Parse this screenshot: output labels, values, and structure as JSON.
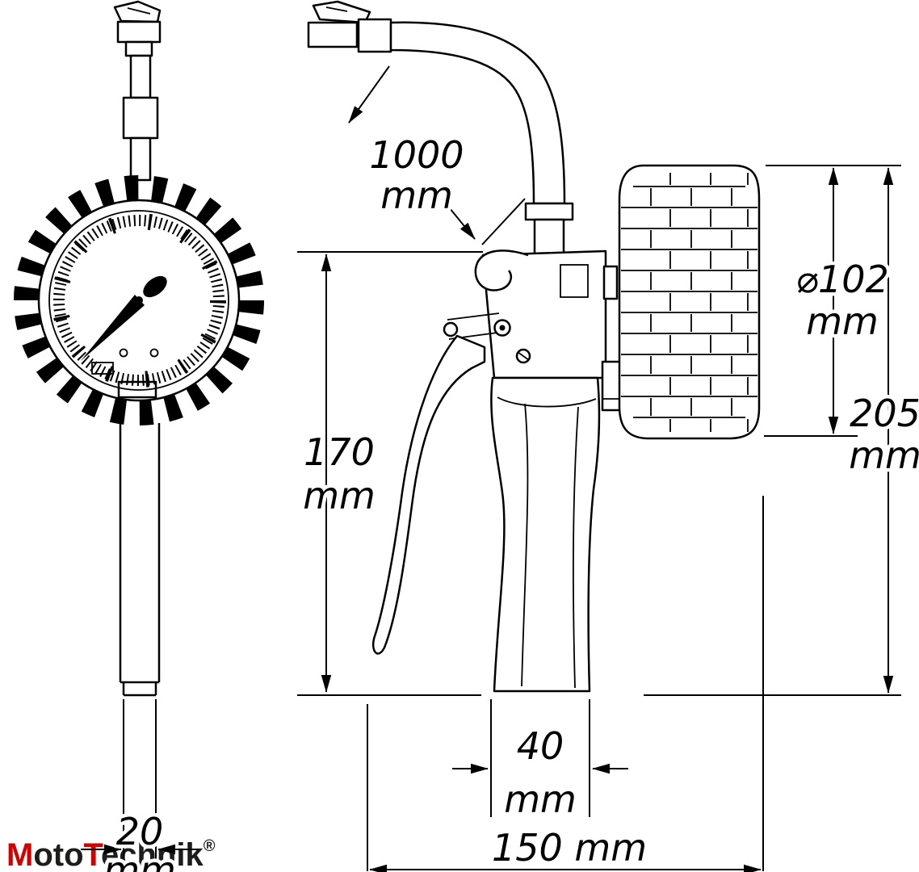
{
  "dimensions": {
    "hose": {
      "value": "1000",
      "unit": "mm"
    },
    "grip_height": {
      "value": "170",
      "unit": "mm"
    },
    "gauge_diameter": {
      "value": "⌀102",
      "unit": "mm"
    },
    "total_height": {
      "value": "205",
      "unit": "mm"
    },
    "grip_width": {
      "value": "40",
      "unit": "mm"
    },
    "total_width": {
      "value": "150 mm"
    },
    "stem_width": {
      "value": "20",
      "unit": "mm"
    }
  },
  "logo": {
    "part1": "M",
    "part2": "oto",
    "part3": "T",
    "part4": "echnik",
    "registered": "®"
  },
  "colors": {
    "line": "#000000",
    "background": "#ffffff",
    "logo_accent": "#d40000",
    "logo_dark": "#1d1d1b"
  }
}
